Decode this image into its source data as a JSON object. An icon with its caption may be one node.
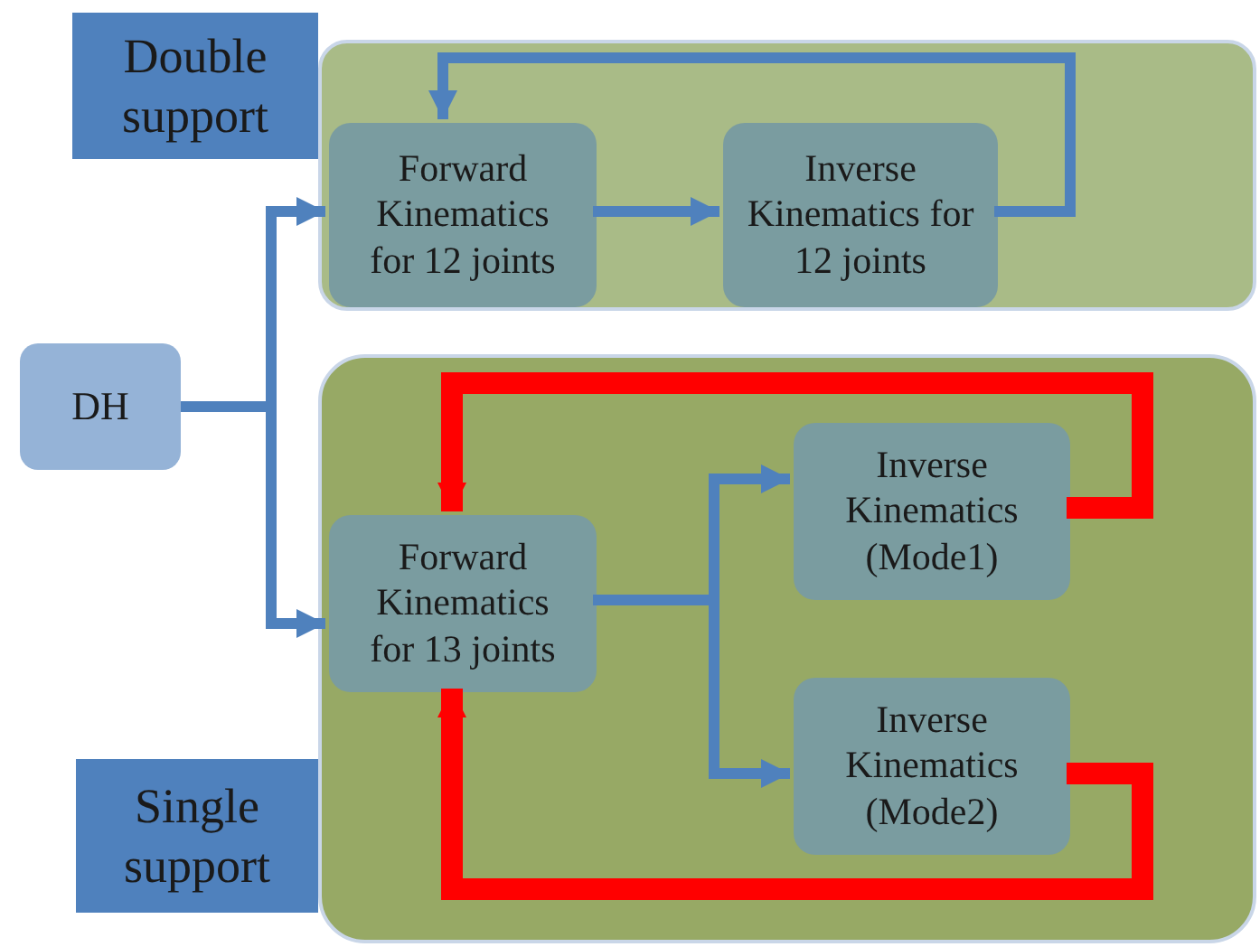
{
  "diagram": {
    "nodes": [
      {
        "text": [
          "Double support"
        ]
      },
      {
        "text": [],
        "shape": "box"
      },
      {
        "text": [
          "Forward Kinematics for 12 joints"
        ],
        "in": 1
      },
      {
        "text": [
          "Inverse Kinematics for 12 joints"
        ],
        "in": 1
      },
      {
        "text": [
          "DH"
        ]
      },
      {
        "text": [],
        "shape": "box"
      },
      {
        "text": [
          "Forward Kinematics for 13 joints"
        ],
        "in": 5
      },
      {
        "text": [
          "Inverse Kinematics (Mode1)"
        ],
        "in": 5
      },
      {
        "text": [
          "Inverse Kinematics (Mode2)"
        ],
        "in": 5
      },
      {
        "text": [
          "Single support"
        ]
      }
    ],
    "edges": [
      {
        "from": 4,
        "to": 2,
        "arrow": "to"
      },
      {
        "from": 4,
        "to": 6,
        "arrow": "to"
      },
      {
        "from": 2,
        "to": 3,
        "arrow": "to"
      },
      {
        "from": 3,
        "to": 2,
        "arrow": "to"
      },
      {
        "from": 6,
        "to": 7,
        "arrow": "to"
      },
      {
        "from": 6,
        "to": 8,
        "arrow": "to"
      },
      {
        "from": 7,
        "to": 6,
        "arrow": "to",
        "style": "thick",
        "color": "#ff0000"
      },
      {
        "from": 8,
        "to": 6,
        "arrow": "to",
        "style": "thick",
        "color": "#ff0000"
      }
    ]
  }
}
